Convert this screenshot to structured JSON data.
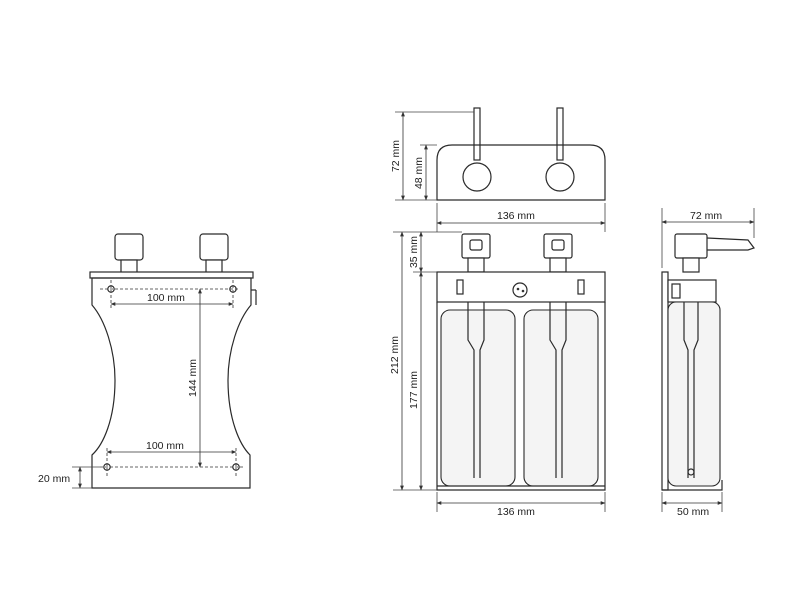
{
  "back_view": {
    "dim_top_width": "100 mm",
    "dim_height": "144 mm",
    "dim_bottom_width": "100 mm",
    "dim_bottom_offset": "20 mm"
  },
  "front_view": {
    "dim_total_height_top": "72 mm",
    "dim_top_part_height": "48 mm",
    "dim_top_width": "136 mm",
    "dim_pump_height": "35 mm",
    "dim_total_height": "212 mm",
    "dim_bottle_height": "177 mm",
    "dim_bottom_width": "136 mm"
  },
  "side_view": {
    "dim_top_depth": "72 mm",
    "dim_bottom_depth": "50 mm"
  }
}
